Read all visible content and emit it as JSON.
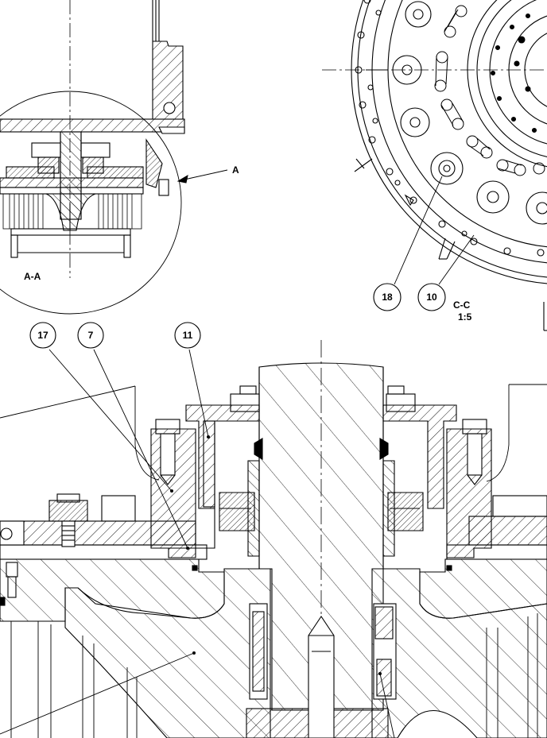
{
  "colors": {
    "ink": "#000000",
    "paper": "#ffffff"
  },
  "detail_view": {
    "letter": "A"
  },
  "section_views": {
    "aa": {
      "label": "A-A"
    },
    "cc": {
      "label": "C-C",
      "scale": "1:5"
    }
  },
  "balloons": {
    "b17": "17",
    "b7": "7",
    "b11": "11",
    "b18": "18",
    "b10": "10"
  }
}
